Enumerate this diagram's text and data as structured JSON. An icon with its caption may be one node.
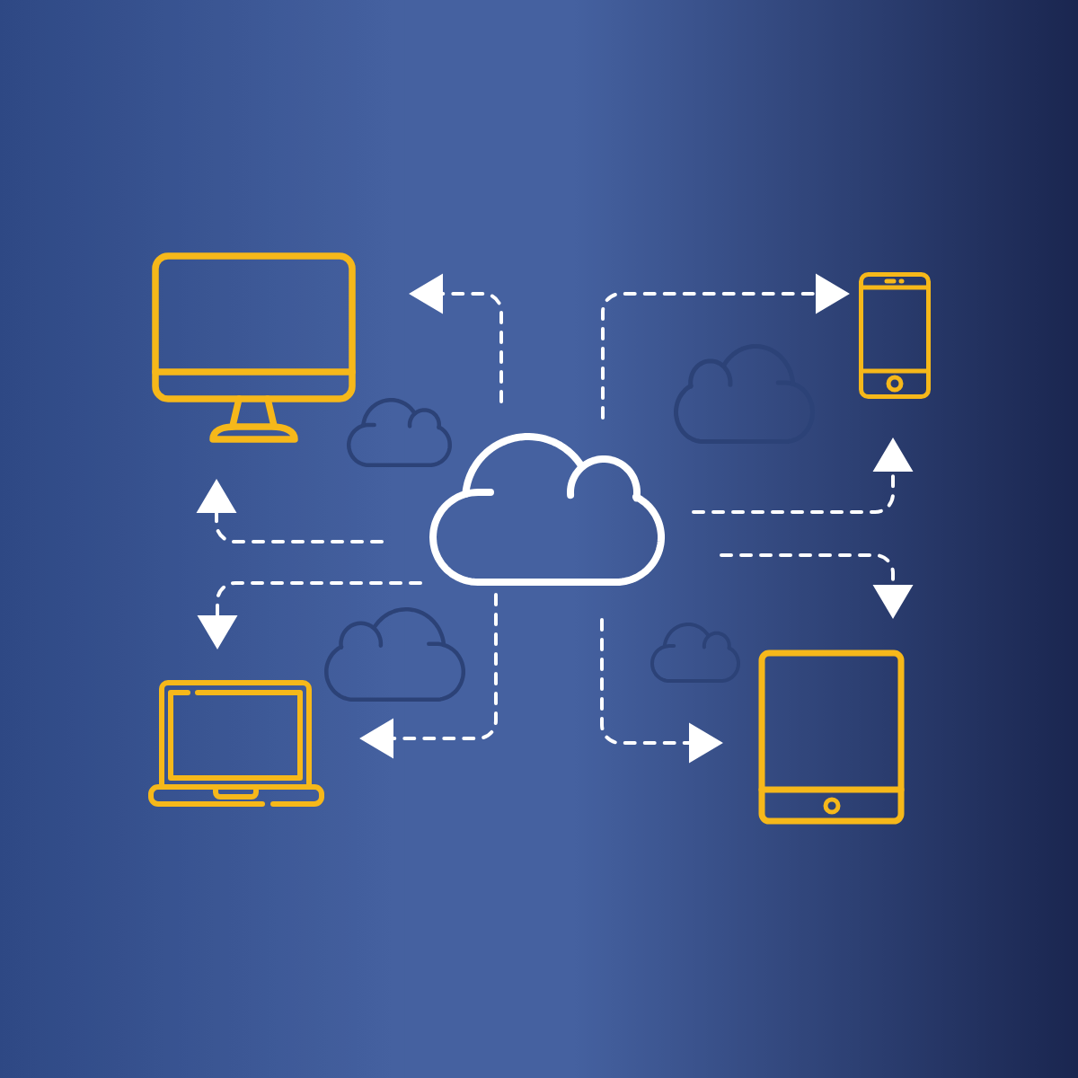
{
  "diagram": {
    "nodes": [
      {
        "text": [],
        "shape": "monitor"
      },
      {
        "text": [],
        "shape": "phone"
      },
      {
        "text": [],
        "shape": "cloud"
      },
      {
        "text": [],
        "shape": "laptop"
      },
      {
        "text": [],
        "shape": "tablet"
      }
    ],
    "edges": [
      {
        "from": 2,
        "to": 0,
        "arrow": "to",
        "style": "dashed"
      },
      {
        "from": 2,
        "to": 1,
        "arrow": "to",
        "style": "dashed"
      },
      {
        "from": 2,
        "to": 1,
        "arrow": "to",
        "style": "dashed"
      },
      {
        "from": 2,
        "to": 4,
        "arrow": "to",
        "style": "dashed"
      },
      {
        "from": 2,
        "to": 4,
        "arrow": "to",
        "style": "dashed"
      },
      {
        "from": 2,
        "to": 3,
        "arrow": "to",
        "style": "dashed"
      },
      {
        "from": 2,
        "to": 3,
        "arrow": "to",
        "style": "dashed"
      },
      {
        "from": 2,
        "to": 0,
        "arrow": "to",
        "style": "dashed"
      }
    ]
  }
}
